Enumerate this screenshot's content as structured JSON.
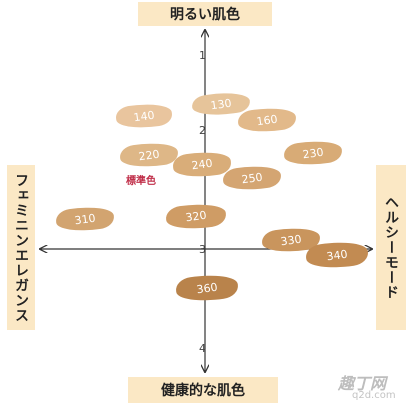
{
  "axes": {
    "top_label": "明るい肌色",
    "bottom_label": "健康的な肌色",
    "left_label": "フェミニンエレガンス",
    "right_label": "ヘルシーモード",
    "ticks": {
      "top": "1",
      "center_upper": "2",
      "center": "3",
      "bottom": "4"
    }
  },
  "swatches": [
    {
      "id": "130",
      "label": "130",
      "color": "#e6c49a"
    },
    {
      "id": "140",
      "label": "140",
      "color": "#e9c59e"
    },
    {
      "id": "160",
      "label": "160",
      "color": "#e2b98a"
    },
    {
      "id": "220",
      "label": "220",
      "color": "#deb787"
    },
    {
      "id": "240",
      "label": "240",
      "color": "#d9ad79"
    },
    {
      "id": "230",
      "label": "230",
      "color": "#d8ab76"
    },
    {
      "id": "250",
      "label": "250",
      "color": "#d4a572"
    },
    {
      "id": "310",
      "label": "310",
      "color": "#d2a470"
    },
    {
      "id": "320",
      "label": "320",
      "color": "#cf9c65"
    },
    {
      "id": "330",
      "label": "330",
      "color": "#c9955d"
    },
    {
      "id": "340",
      "label": "340",
      "color": "#c28b52"
    },
    {
      "id": "360",
      "label": "360",
      "color": "#b9834b"
    }
  ],
  "standard_label": "標準色",
  "watermark": {
    "main": "趣丁网",
    "sub": "q2d.com"
  }
}
